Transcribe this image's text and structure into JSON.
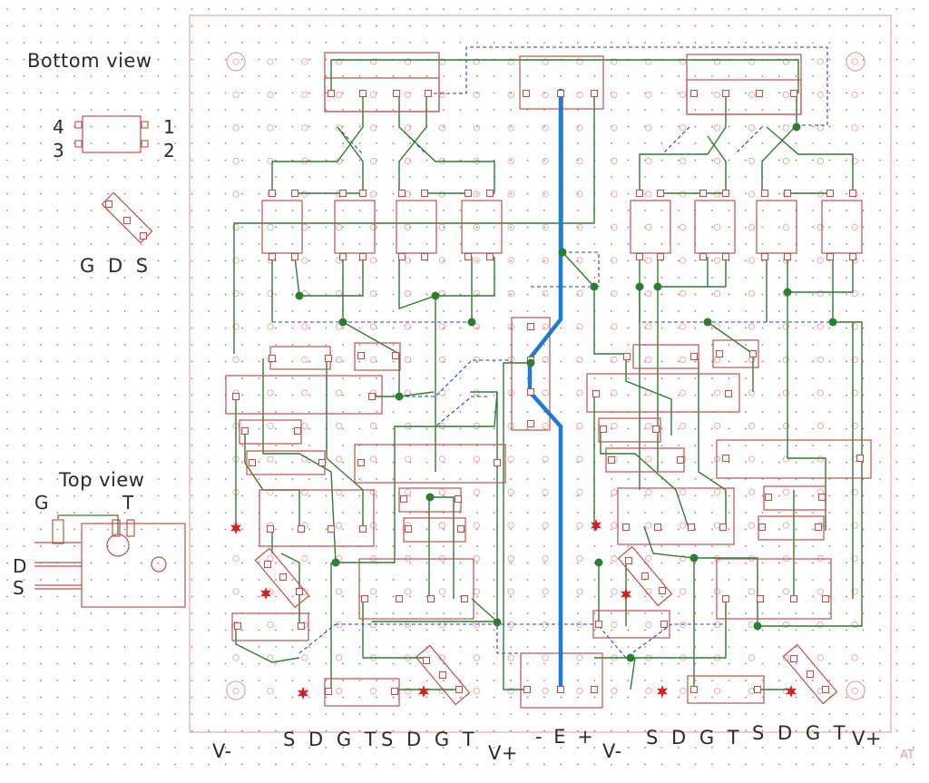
{
  "legend": {
    "bottom_view_title": "Bottom view",
    "pin_4": "4",
    "pin_3": "3",
    "pin_1": "1",
    "pin_2": "2",
    "gds": "G D S",
    "top_view_title": "Top view",
    "pin_g": "G",
    "pin_t": "T",
    "pin_d": "D",
    "pin_s": "S"
  },
  "bottom_labels": {
    "v_minus_left": "V-",
    "sdgt_1": "S D G T",
    "sdgt_2": "S D G T",
    "v_plus_left": "V+",
    "e_terminal": "- E +",
    "v_minus_right": "V-",
    "sdgt_3": "S D G T",
    "sdgt_4": "S D G T",
    "v_plus_right": "V+",
    "corner_mark": "AT"
  },
  "colors": {
    "component_outline": "#c0504d",
    "wire": "#2e7d32",
    "jumper_dashed": "#2a38c8",
    "emitter_trace": "#1f7bd1",
    "hole": "#e7a6a6",
    "dot_grid": "#c66a6a",
    "marker": "#d42020"
  }
}
